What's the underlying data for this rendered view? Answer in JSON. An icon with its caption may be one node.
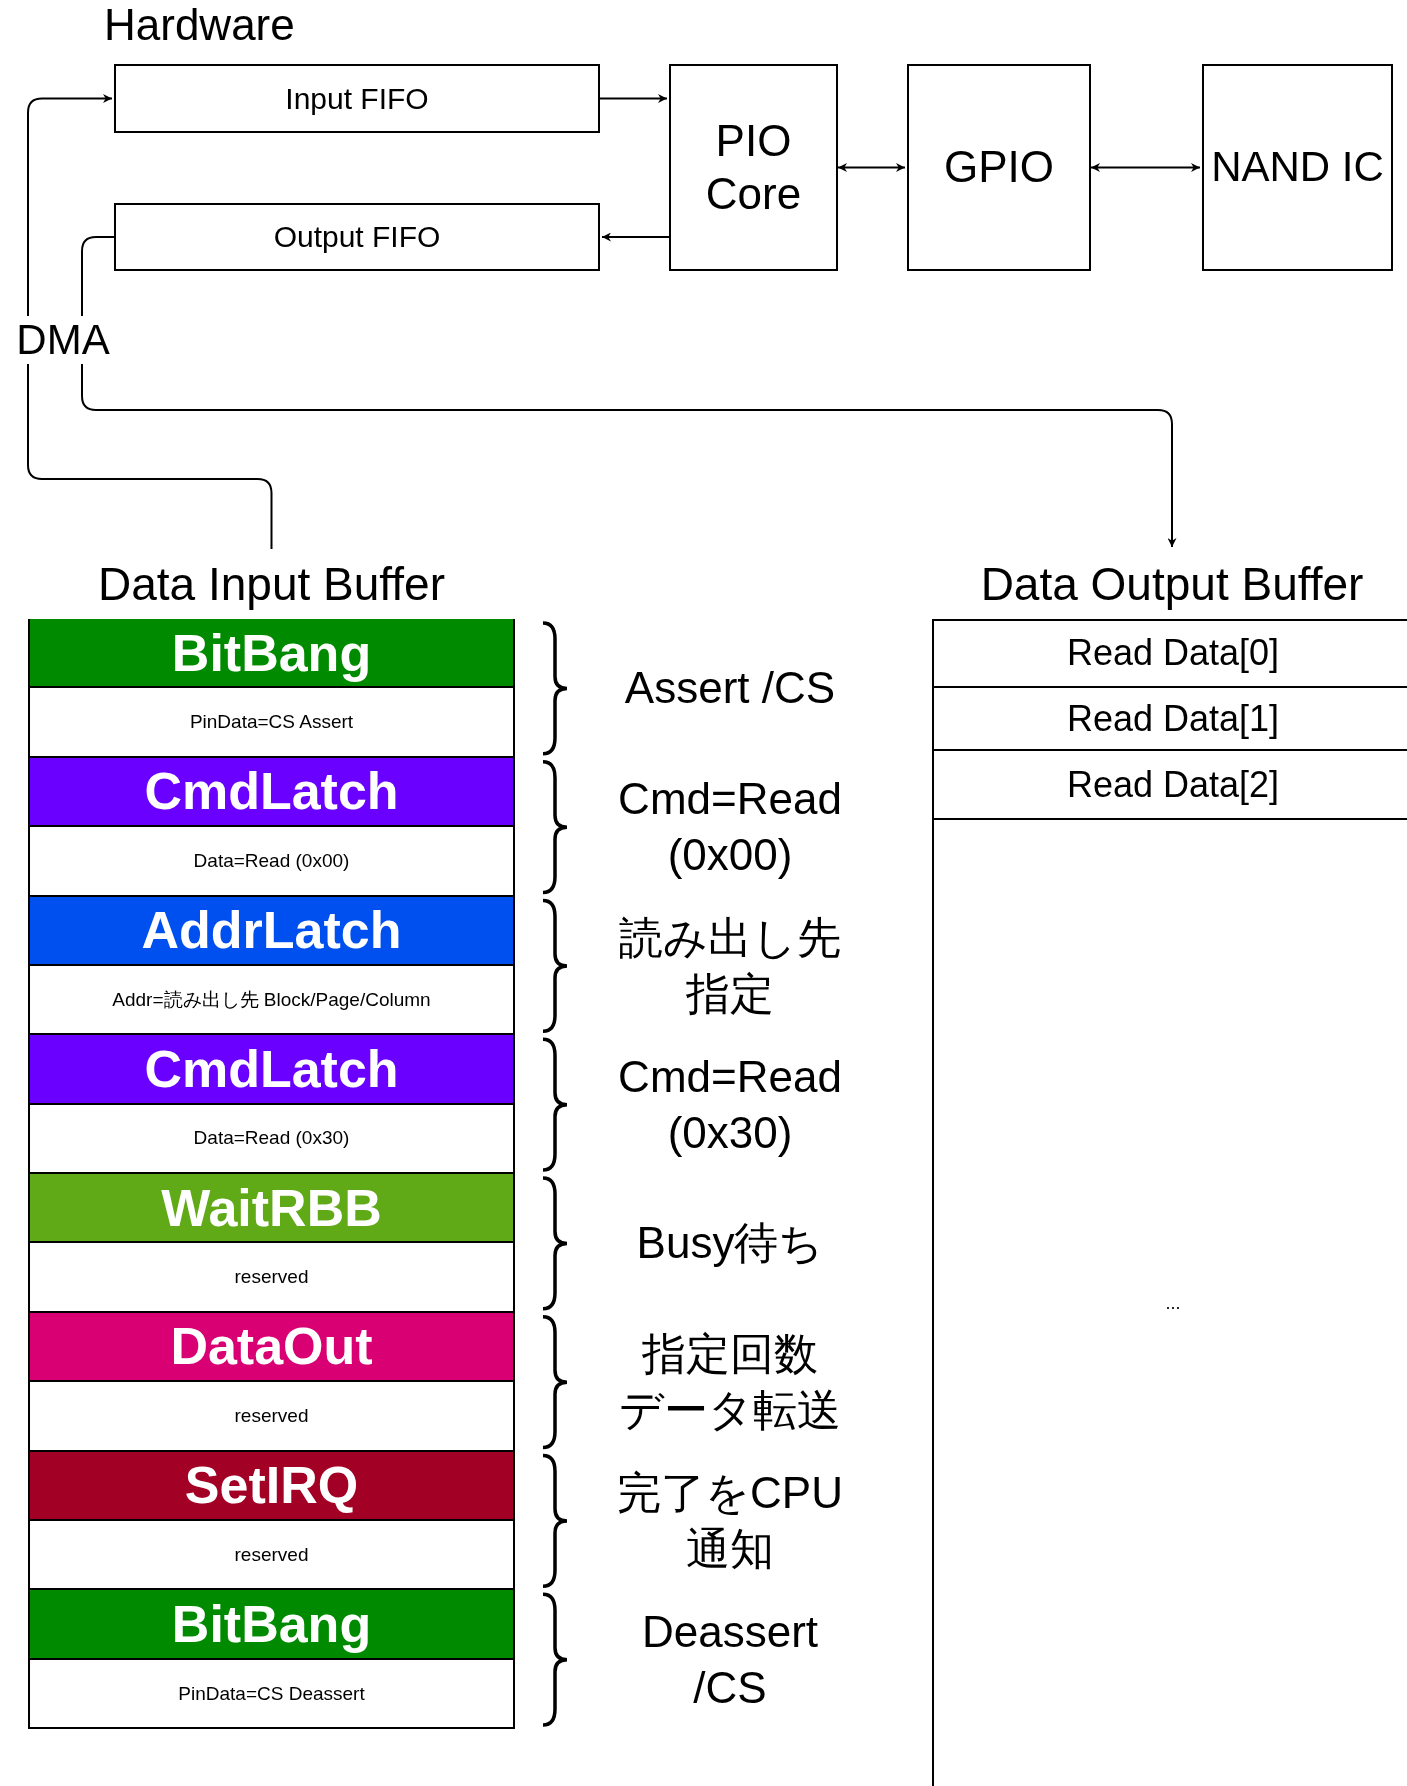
{
  "diagram": {
    "nodes": [
      {
        "text": [
          "Input FIFO"
        ]
      },
      {
        "text": [
          "Output FIFO"
        ]
      },
      {
        "text": [
          "PIO Core"
        ]
      },
      {
        "text": [
          "GPIO"
        ]
      },
      {
        "text": [
          "NAND IC"
        ]
      },
      {
        "text": [
          "Data Input Buffer"
        ]
      },
      {
        "text": [
          "BitBang"
        ],
        "in": 5
      },
      {
        "text": [
          "PinData=CS Assert"
        ],
        "in": 5
      },
      {
        "text": [
          "CmdLatch"
        ],
        "in": 5
      },
      {
        "text": [
          "Data=Read (0x00)"
        ],
        "in": 5
      },
      {
        "text": [
          "AddrLatch"
        ],
        "in": 5
      },
      {
        "text": [
          "Addr=読み出し先 Block/Page/Column"
        ],
        "in": 5
      },
      {
        "text": [
          "CmdLatch"
        ],
        "in": 5
      },
      {
        "text": [
          "Data=Read (0x30)"
        ],
        "in": 5
      },
      {
        "text": [
          "WaitRBB"
        ],
        "in": 5
      },
      {
        "text": [
          "reserved"
        ],
        "in": 5
      },
      {
        "text": [
          "DataOut"
        ],
        "in": 5
      },
      {
        "text": [
          "reserved"
        ],
        "in": 5
      },
      {
        "text": [
          "SetIRQ"
        ],
        "in": 5
      },
      {
        "text": [
          "reserved"
        ],
        "in": 5
      },
      {
        "text": [
          "BitBang"
        ],
        "in": 5
      },
      {
        "text": [
          "PinData=CS Deassert"
        ],
        "in": 5
      },
      {
        "text": [
          "Data Output Buffer"
        ]
      },
      {
        "text": [
          "Read Data[0]"
        ],
        "in": 22
      },
      {
        "text": [
          "Read Data[1]"
        ],
        "in": 22
      },
      {
        "text": [
          "Read Data[2]"
        ],
        "in": 22
      },
      {
        "text": [
          "..."
        ],
        "in": 22
      }
    ],
    "edges": [
      {
        "from": 5,
        "to": 0,
        "arrow": "to",
        "label": "DMA"
      },
      {
        "from": 0,
        "to": 2,
        "arrow": "to"
      },
      {
        "from": 2,
        "to": 1,
        "arrow": "to"
      },
      {
        "from": 2,
        "to": 3,
        "arrow": "both"
      },
      {
        "from": 3,
        "to": 4,
        "arrow": "both"
      },
      {
        "from": 1,
        "to": 22,
        "arrow": "to"
      }
    ],
    "labels": [
      "Hardware",
      "Assert /CS",
      "Cmd=Read (0x00)",
      "読み出し先指定",
      "Cmd=Read (0x30)",
      "Busy待ち",
      "指定回数データ転送",
      "完了をCPU通知",
      "Deassert /CS"
    ]
  }
}
